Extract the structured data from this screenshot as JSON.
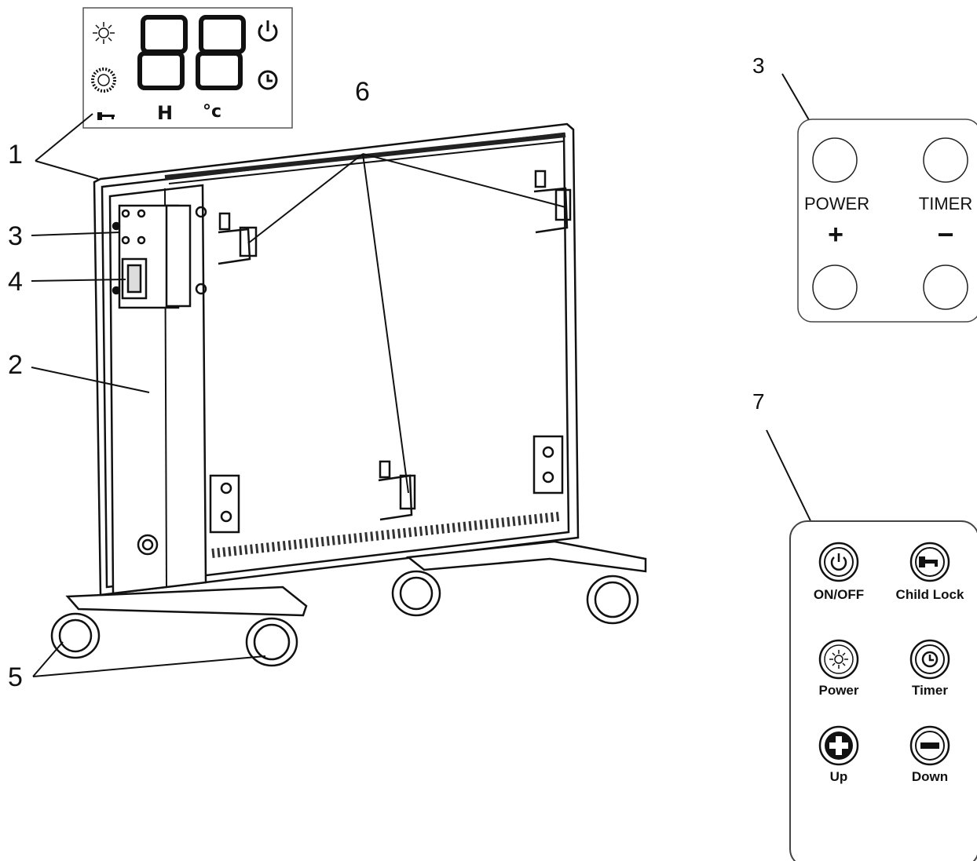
{
  "callouts": {
    "display": "1",
    "housing": "2",
    "control_panel": "3",
    "switch": "4",
    "wheels": "5",
    "wall_brackets": "6",
    "remote": "7",
    "control_panel_detail": "3",
    "remote_detail": "7"
  },
  "display": {
    "digits": "88",
    "hour_symbol": "H",
    "celsius_symbol": "°c",
    "icons": [
      "sun-icon",
      "heat-icon",
      "key-icon",
      "power-icon",
      "clock-icon"
    ]
  },
  "control_panel": {
    "power_label": "POWER",
    "timer_label": "TIMER",
    "plus_label": "+",
    "minus_label": "−"
  },
  "remote": {
    "on_off_label": "ON/OFF",
    "child_lock_label": "Child Lock",
    "power_label": "Power",
    "timer_label": "Timer",
    "up_label": "Up",
    "down_label": "Down"
  },
  "colors": {
    "line": "#111111",
    "background": "#ffffff",
    "panel_border": "#444444"
  }
}
